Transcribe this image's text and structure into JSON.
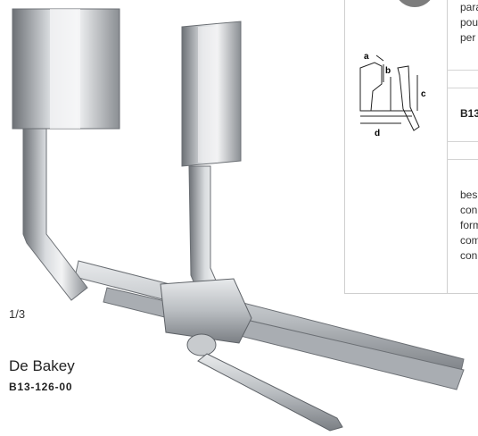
{
  "product": {
    "name": "De Bakey",
    "code": "B13-126-00",
    "scale": "1/3"
  },
  "diagram": {
    "label_a": "a",
    "label_b": "b",
    "label_c": "c",
    "label_d": "d"
  },
  "spec": {
    "lines_top": [
      "para",
      "pou",
      "per r"
    ],
    "code_short": "B13",
    "lines_bottom": [
      "bes",
      "con",
      "form",
      "com",
      "con"
    ]
  }
}
